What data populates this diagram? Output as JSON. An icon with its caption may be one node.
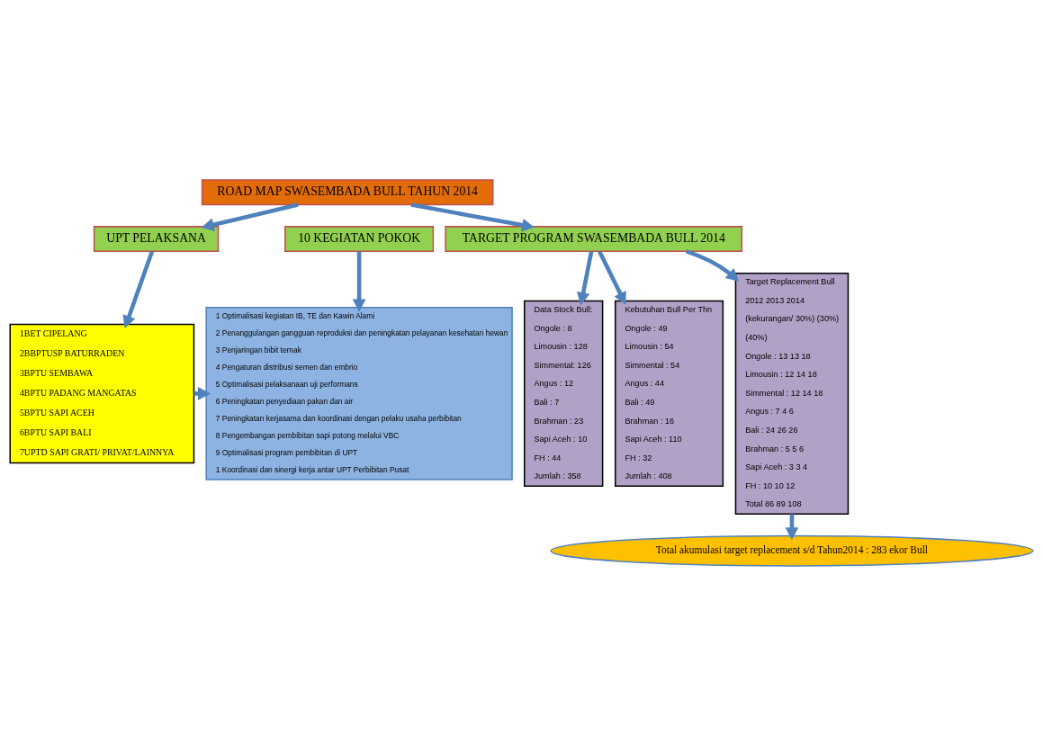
{
  "diagram": {
    "nodes": [
      {
        "text": [
          "ROAD MAP SWASEMBADA BULL TAHUN 2014"
        ]
      },
      {
        "text": [
          "UPT PELAKSANA"
        ]
      },
      {
        "text": [
          "10 KEGIATAN POKOK"
        ]
      },
      {
        "text": [
          "TARGET PROGRAM SWASEMBADA BULL 2014"
        ]
      },
      {
        "text": [
          "1BET CIPELANG",
          "2BBPTUSP BATURRADEN",
          "3BPTU SEMBAWA",
          "4BPTU PADANG MANGATAS",
          "5BPTU SAPI ACEH",
          "6BPTU SAPI BALI",
          "7UPTD SAPI GRATI/ PRIVAT/LAINNYA"
        ]
      },
      {
        "text": [
          "1 Optimalisasi kegiatan IB, TE dan Kawin Alami",
          "2 Penanggulangan gangguan reproduksi dan peningkatan pelayanan kesehatan hewan",
          "3 Penjaringan bibit ternak",
          "4 Pengaturan distribusi semen dan embrio",
          "5 Optimalisasi pelaksanaan uji performans",
          "6 Peningkatan penyediaan pakan dan air",
          "7 Peningkatan kerjasama dan koordinasi dengan pelaku usaha perbibitan",
          "8 Pengembangan pembibitan sapi potong melalui VBC",
          "9 Optimalisasi program pembibitan di UPT",
          "1 Koordinasi dan sinergi kerja antar UPT Perbibitan Pusat"
        ]
      },
      {
        "text": [
          "Data Stock Bull:",
          "Ongole : 8",
          "Limousin : 128",
          "Simmental: 126",
          "Angus : 12",
          "Bali : 7",
          "Brahman : 23",
          "Sapi Aceh : 10",
          "FH : 44",
          "Jumlah : 358"
        ]
      },
      {
        "text": [
          "Kebutuhan Bull Per Thn",
          "Ongole : 49",
          "Limousin : 54",
          "Simmental : 54",
          "Angus : 44",
          "Bali : 49",
          "Brahman : 16",
          "Sapi Aceh : 110",
          "FH : 32",
          "Jumlah : 408"
        ]
      },
      {
        "text": [
          "Target Replacement Bull",
          "2012 2013 2014",
          "(kekurangan/ 30%) (30%)",
          "(40%)",
          "Ongole : 13 13 18",
          "Limousin : 12 14 18",
          "Simmental : 12 14 18",
          "Angus : 7 4 6",
          "Bali : 24 26 26",
          "Brahman : 5 5 6",
          "Sapi Aceh : 3 3 4",
          "FH : 10 10 12",
          "Total 86 89 108"
        ]
      },
      {
        "text": [
          "Total akumulasi target replacement s/d Tahun2014 : 283 ekor Bull"
        ]
      }
    ],
    "edges": [
      {
        "from": 0,
        "to": 1,
        "arrow": "to"
      },
      {
        "from": 0,
        "to": 3,
        "arrow": "to"
      },
      {
        "from": 1,
        "to": 4,
        "arrow": "to"
      },
      {
        "from": 2,
        "to": 5,
        "arrow": "to"
      },
      {
        "from": 4,
        "to": 5,
        "arrow": "to"
      },
      {
        "from": 3,
        "to": 6,
        "arrow": "to"
      },
      {
        "from": 3,
        "to": 7,
        "arrow": "to"
      },
      {
        "from": 3,
        "to": 8,
        "arrow": "to"
      },
      {
        "from": 8,
        "to": 9,
        "arrow": "to"
      }
    ]
  }
}
